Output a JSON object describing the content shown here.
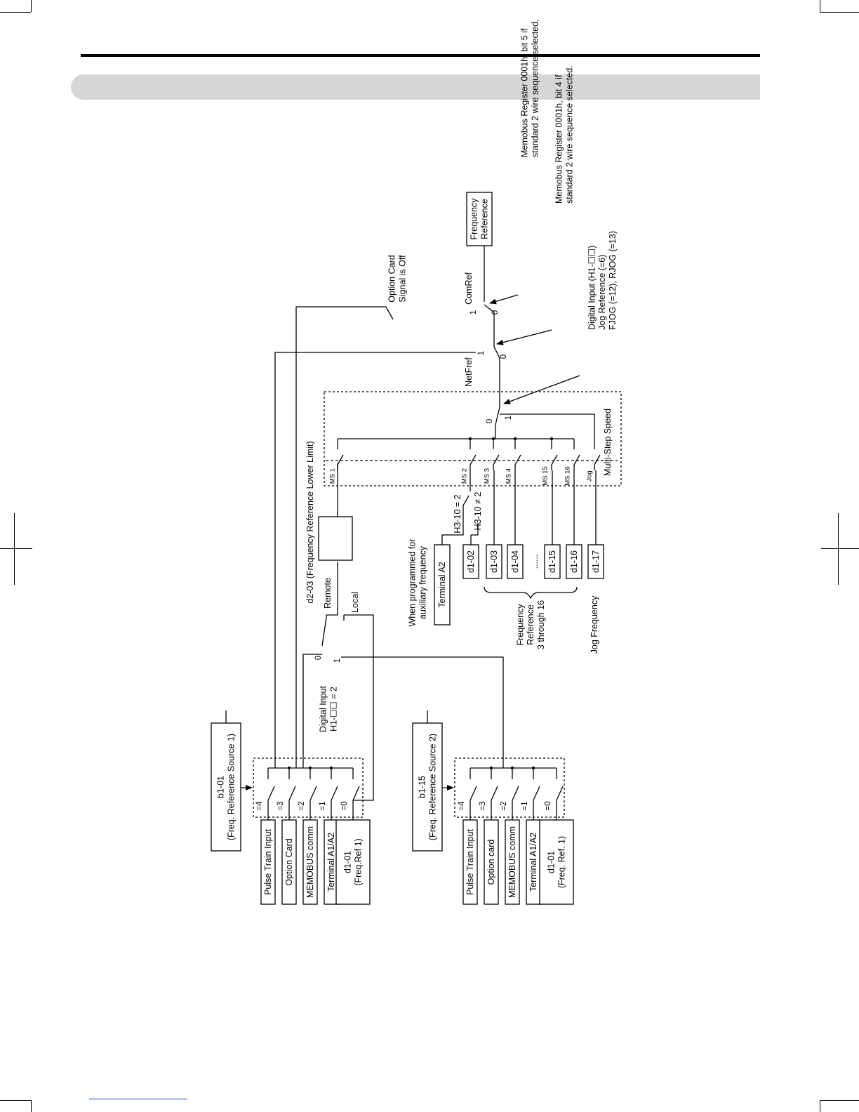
{
  "diagram": {
    "params": {
      "b1_01": [
        "b1-01",
        "(Freq. Reference Source 1)"
      ],
      "b1_15": [
        "b1-15",
        "(Freq. Reference Source 2)"
      ]
    },
    "source1_inputs": [
      {
        "id": "pulse-train-input-1",
        "lines": [
          "Pulse Train Input"
        ],
        "sel": "=4"
      },
      {
        "id": "option-card-input-1",
        "lines": [
          "Option Card"
        ],
        "sel": "=3"
      },
      {
        "id": "memobus-comm-input-1",
        "lines": [
          "MEMOBUS comm"
        ],
        "sel": "=2"
      },
      {
        "id": "terminal-a1a2-input-1",
        "lines": [
          "Terminal A1/A2"
        ],
        "sel": "=1"
      },
      {
        "id": "d1-01-input-1",
        "lines": [
          "d1-01",
          "(Freq.Ref 1)"
        ],
        "sel": "=0"
      }
    ],
    "source2_inputs": [
      {
        "id": "pulse-train-input-2",
        "lines": [
          "Pulse Train Input"
        ],
        "sel": "=4"
      },
      {
        "id": "option-card-input-2",
        "lines": [
          "Option card"
        ],
        "sel": "=3"
      },
      {
        "id": "memobus-comm-input-2",
        "lines": [
          "MEMOBUS comm"
        ],
        "sel": "=2"
      },
      {
        "id": "terminal-a1a2-input-2",
        "lines": [
          "Terminal A1/A2"
        ],
        "sel": "=1"
      },
      {
        "id": "d1-01-input-2",
        "lines": [
          "d1-01",
          "(Freq. Ref. 1)"
        ],
        "sel": "=0"
      }
    ],
    "digital_input_remote_local": [
      "Digital Input",
      "H1-☐☐ = 2"
    ],
    "remote": "Remote",
    "local": "Local",
    "switch_0": "0",
    "switch_1": "1",
    "d2_03": "d2-03 (Frequency Reference Lower Limit)",
    "aux_note": [
      "When programmed for",
      "auxiliary frequency"
    ],
    "terminal_a2": "Terminal A2",
    "h3_10_eq": "H3-10 = 2",
    "h3_10_neq": "H3-10 ≠ 2",
    "d_boxes": [
      "d1-02",
      "d1-03",
      "d1-04",
      "d1-15",
      "d1-16",
      "d1-17"
    ],
    "ellipsis": "......",
    "freq_ref_brace": [
      "Frequency",
      "Reference",
      "3 through 16"
    ],
    "jog_frequency": "Jog Frequency",
    "ms_labels": [
      "MS 1",
      "MS 2",
      "MS 3",
      "MS 4",
      "MS 15",
      "MS 16",
      "Jog"
    ],
    "multi_step_speed": "Multi-Step Speed",
    "netfref": "NetFref",
    "comref": "ComRef",
    "option_card_off": [
      "Option Card",
      "Signal is Off"
    ],
    "frequency_reference_out": [
      "Frequency",
      "Reference"
    ],
    "digital_input_jog": [
      "Digital Input (H1-☐☐)",
      "Jog Reference (=6)",
      "FJOG (=12),  RJOG (=13)"
    ],
    "memobus_bit4": [
      "Memobus Register 0001h, bit 4 if",
      "standard 2 wire sequence selected."
    ],
    "memobus_bit5": [
      "Memobus Register 0001h, bit 5 if",
      "standard 2 wire sequence selected."
    ]
  }
}
